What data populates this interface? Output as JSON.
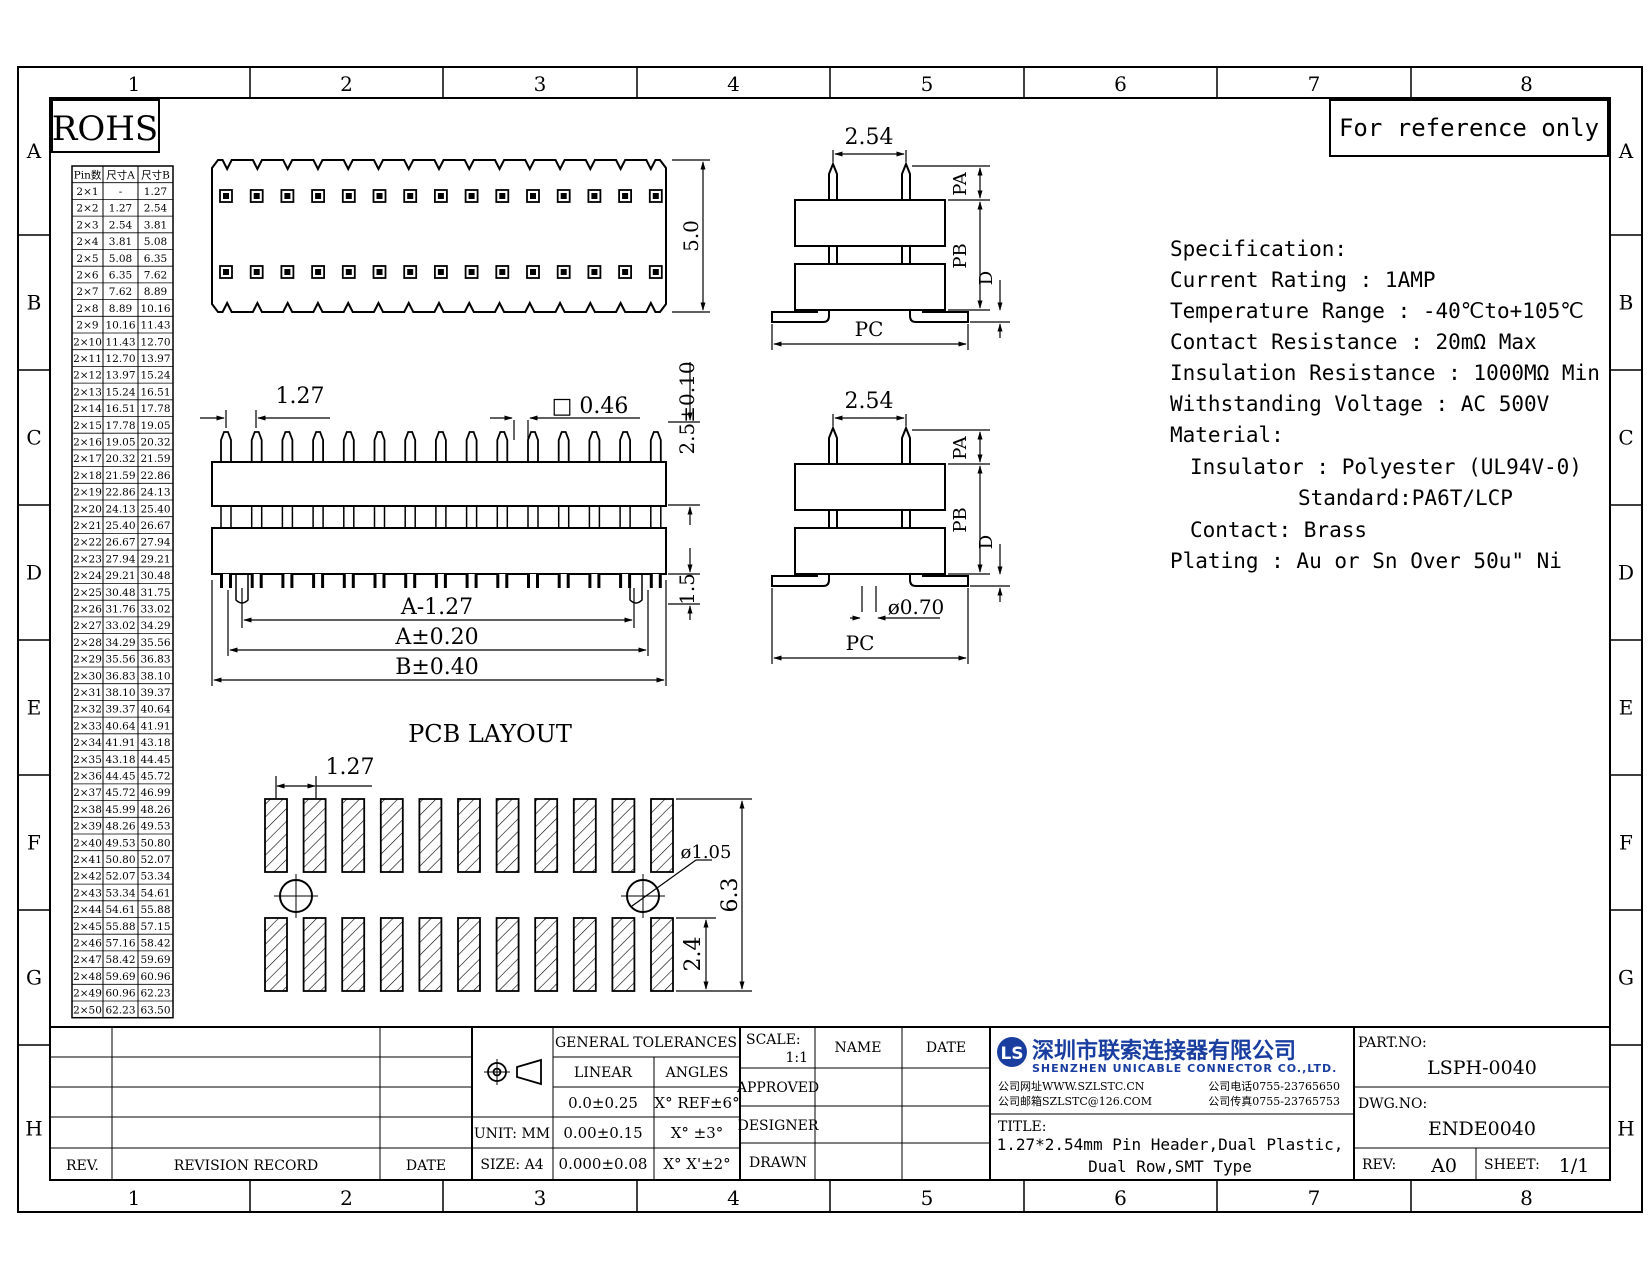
{
  "border": {
    "columns": [
      "1",
      "2",
      "3",
      "4",
      "5",
      "6",
      "7",
      "8"
    ],
    "rows": [
      "A",
      "B",
      "C",
      "D",
      "E",
      "F",
      "G",
      "H"
    ]
  },
  "rohs": "ROHS",
  "reference": "For reference only",
  "pin_table": {
    "headers": [
      "Pin数",
      "尺寸A",
      "尺寸B"
    ],
    "rows": [
      [
        "2×1",
        "-",
        "1.27"
      ],
      [
        "2×2",
        "1.27",
        "2.54"
      ],
      [
        "2×3",
        "2.54",
        "3.81"
      ],
      [
        "2×4",
        "3.81",
        "5.08"
      ],
      [
        "2×5",
        "5.08",
        "6.35"
      ],
      [
        "2×6",
        "6.35",
        "7.62"
      ],
      [
        "2×7",
        "7.62",
        "8.89"
      ],
      [
        "2×8",
        "8.89",
        "10.16"
      ],
      [
        "2×9",
        "10.16",
        "11.43"
      ],
      [
        "2×10",
        "11.43",
        "12.70"
      ],
      [
        "2×11",
        "12.70",
        "13.97"
      ],
      [
        "2×12",
        "13.97",
        "15.24"
      ],
      [
        "2×13",
        "15.24",
        "16.51"
      ],
      [
        "2×14",
        "16.51",
        "17.78"
      ],
      [
        "2×15",
        "17.78",
        "19.05"
      ],
      [
        "2×16",
        "19.05",
        "20.32"
      ],
      [
        "2×17",
        "20.32",
        "21.59"
      ],
      [
        "2×18",
        "21.59",
        "22.86"
      ],
      [
        "2×19",
        "22.86",
        "24.13"
      ],
      [
        "2×20",
        "24.13",
        "25.40"
      ],
      [
        "2×21",
        "25.40",
        "26.67"
      ],
      [
        "2×22",
        "26.67",
        "27.94"
      ],
      [
        "2×23",
        "27.94",
        "29.21"
      ],
      [
        "2×24",
        "29.21",
        "30.48"
      ],
      [
        "2×25",
        "30.48",
        "31.75"
      ],
      [
        "2×26",
        "31.76",
        "33.02"
      ],
      [
        "2×27",
        "33.02",
        "34.29"
      ],
      [
        "2×28",
        "34.29",
        "35.56"
      ],
      [
        "2×29",
        "35.56",
        "36.83"
      ],
      [
        "2×30",
        "36.83",
        "38.10"
      ],
      [
        "2×31",
        "38.10",
        "39.37"
      ],
      [
        "2×32",
        "39.37",
        "40.64"
      ],
      [
        "2×33",
        "40.64",
        "41.91"
      ],
      [
        "2×34",
        "41.91",
        "43.18"
      ],
      [
        "2×35",
        "43.18",
        "44.45"
      ],
      [
        "2×36",
        "44.45",
        "45.72"
      ],
      [
        "2×37",
        "45.72",
        "46.99"
      ],
      [
        "2×38",
        "45.99",
        "48.26"
      ],
      [
        "2×39",
        "48.26",
        "49.53"
      ],
      [
        "2×40",
        "49.53",
        "50.80"
      ],
      [
        "2×41",
        "50.80",
        "52.07"
      ],
      [
        "2×42",
        "52.07",
        "53.34"
      ],
      [
        "2×43",
        "53.34",
        "54.61"
      ],
      [
        "2×44",
        "54.61",
        "55.88"
      ],
      [
        "2×45",
        "55.88",
        "57.15"
      ],
      [
        "2×46",
        "57.16",
        "58.42"
      ],
      [
        "2×47",
        "58.42",
        "59.69"
      ],
      [
        "2×48",
        "59.69",
        "60.96"
      ],
      [
        "2×49",
        "60.96",
        "62.23"
      ],
      [
        "2×50",
        "62.23",
        "63.50"
      ]
    ]
  },
  "dims": {
    "top_height": "5.0",
    "pitch_top": "1.27",
    "pin_square": "□ 0.46",
    "pin_height": "2.5±0.10",
    "foot": "1.5",
    "a_minus": "A-1.27",
    "a_tol": "A±0.20",
    "b_tol": "B±0.40",
    "side_pitch_1": "2.54",
    "side_pitch_2": "2.54",
    "pa": "PA",
    "pb": "PB",
    "d": "D",
    "pc": "PC",
    "post_dia": "ø0.70",
    "pcb_title": "PCB LAYOUT",
    "pcb_pitch": "1.27",
    "pcb_hole": "ø1.05",
    "pcb_total": "6.3",
    "pcb_pad": "2.4"
  },
  "spec": {
    "lines": [
      "Specification:",
      "Current Rating : 1AMP",
      "Temperature Range : -40℃to+105℃",
      "Contact Resistance : 20mΩ Max",
      "Insulation Resistance : 1000MΩ Min",
      "Withstanding Voltage : AC 500V",
      "Material:",
      "Insulator : Polyester (UL94V-0)",
      "Standard:PA6T/LCP",
      "Contact: Brass",
      "Plating : Au or Sn Over 50u\" Ni"
    ]
  },
  "title_block": {
    "rev_label": "REV.",
    "revision_record": "REVISION RECORD",
    "date_label": "DATE",
    "general_tolerances": "GENERAL TOLERANCES",
    "linear": "LINEAR",
    "angles": "ANGLES",
    "lin1": "0.0±0.25",
    "lin2": "0.00±0.15",
    "lin3": "0.000±0.08",
    "ang1": "X° REF±6°",
    "ang2": "X° ±3°",
    "ang3": "X° X'±2°",
    "unit": "UNIT: MM",
    "size": "SIZE: A4",
    "scale_label": "SCALE:",
    "scale_value": "1:1",
    "name": "NAME",
    "date2": "DATE",
    "approved": "APPROVED",
    "designer": "DESIGNER",
    "drawn": "DRAWN",
    "company_cn": "深圳市联索连接器有限公司",
    "company_en": "SHENZHEN UNICABLE CONNECTOR CO.,LTD.",
    "web": "公司网址WWW.SZLSTC.CN",
    "mail": "公司邮箱SZLSTC@126.COM",
    "tel": "公司电话0755-23765650",
    "fax": "公司传真0755-23765753",
    "title_label": "TITLE:",
    "title_line1": "1.27*2.54mm Pin Header,Dual Plastic,",
    "title_line2": "Dual Row,SMT Type",
    "part_label": "PART.NO:",
    "part_no": "LSPH-0040",
    "dwg_label": "DWG.NO:",
    "dwg_no": "ENDE0040",
    "rev2_label": "REV:",
    "rev_value": "A0",
    "sheet_label": "SHEET:",
    "sheet_value": "1/1"
  },
  "colors": {
    "logo": "#1a3ea0"
  }
}
